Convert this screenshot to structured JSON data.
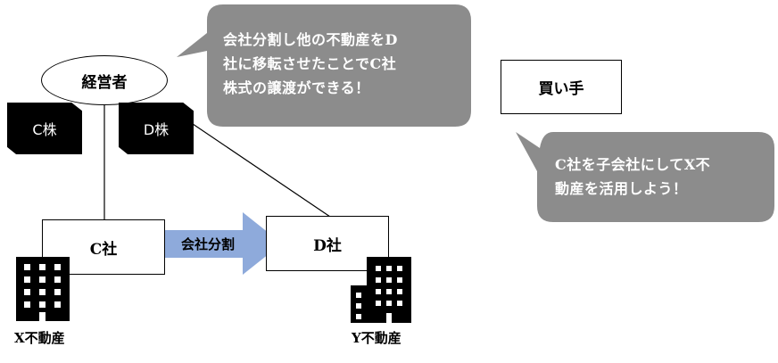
{
  "diagram": {
    "manager_label": "経営者",
    "c_stock_label": "C株",
    "d_stock_label": "D株",
    "company_c_label": "C社",
    "company_d_label": "D社",
    "split_arrow_label": "会社分割",
    "buyer_label": "買い手",
    "property_x_label": "X不動産",
    "property_y_label": "Y不動産",
    "bubble_top_text": "会社分割し他の不動産をD\n社に移転させたことでC社\n株式の譲渡ができる！",
    "bubble_right_text": "C社を子会社にしてX不\n動産を活用しよう！"
  },
  "colors": {
    "bubble_fill": "#8c8c8c",
    "arrow_fill": "#8eaadb",
    "stock_fill": "#000000"
  }
}
